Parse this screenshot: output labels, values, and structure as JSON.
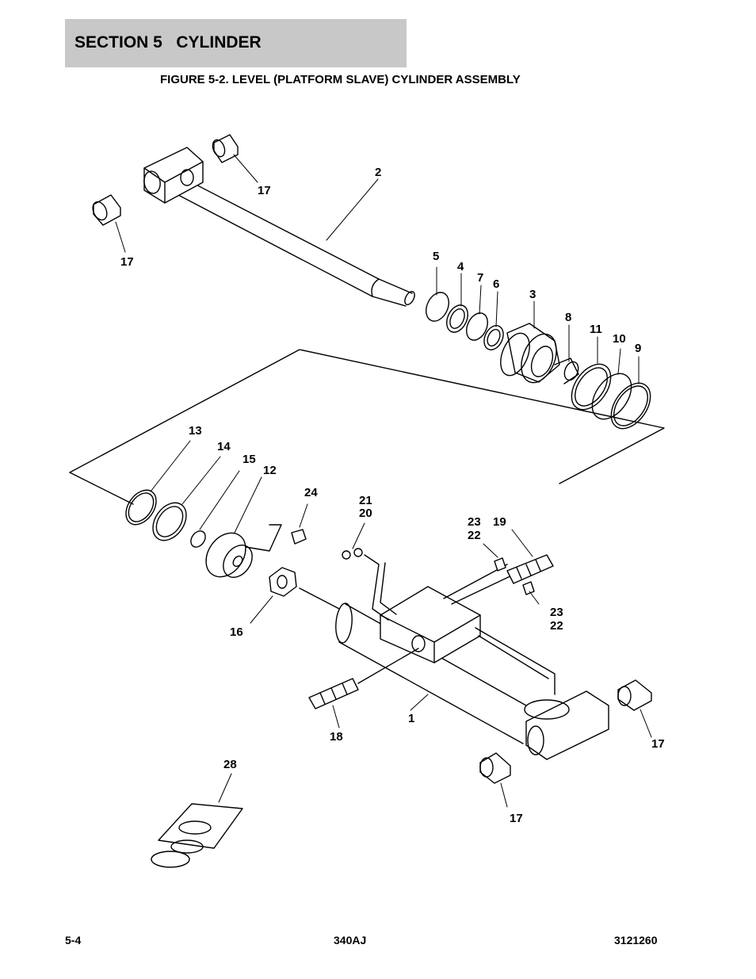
{
  "header": {
    "section_title": "SECTION 5   CYLINDER"
  },
  "figure": {
    "title": "FIGURE 5-2. LEVEL (PLATFORM SLAVE) CYLINDER ASSEMBLY",
    "callouts": {
      "c2": "2",
      "c17a": "17",
      "c17b": "17",
      "c17c": "17",
      "c17d": "17",
      "c5": "5",
      "c4": "4",
      "c7": "7",
      "c6": "6",
      "c3": "3",
      "c8": "8",
      "c11": "11",
      "c10": "10",
      "c9": "9",
      "c13": "13",
      "c14": "14",
      "c15": "15",
      "c12": "12",
      "c24": "24",
      "c21": "21",
      "c20": "20",
      "c23a": "23",
      "c22a": "22",
      "c19": "19",
      "c23b": "23",
      "c22b": "22",
      "c16": "16",
      "c1": "1",
      "c18": "18",
      "c28": "28"
    }
  },
  "footer": {
    "page": "5-4",
    "model": "340AJ",
    "doc_number": "3121260"
  }
}
